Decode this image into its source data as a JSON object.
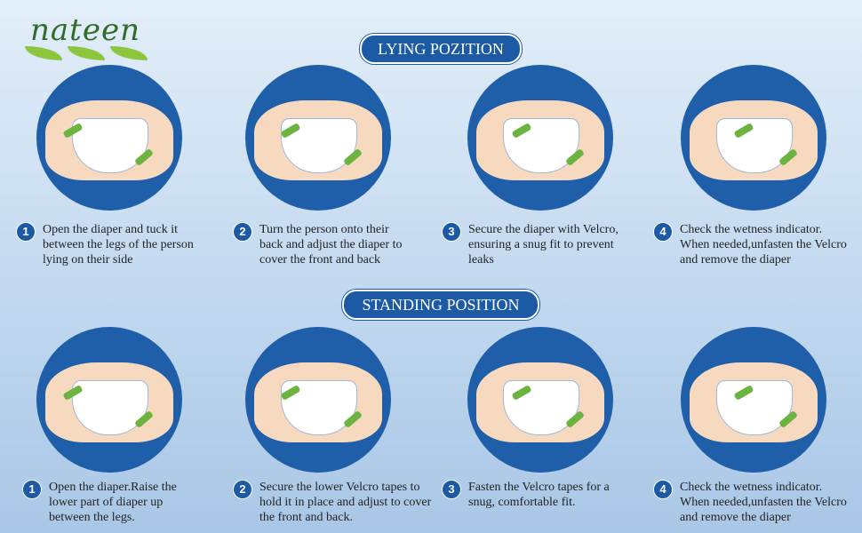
{
  "brand": "nateen",
  "lying": {
    "heading": "LYING POZITION",
    "steps": [
      {
        "num": "1",
        "text": "Open the diaper and tuck it between the legs of the person lying on their side"
      },
      {
        "num": "2",
        "text": "Turn the person onto their back and adjust the diaper to cover the front and back"
      },
      {
        "num": "3",
        "text": "Secure the diaper with Velcro, ensuring a snug fit to prevent leaks"
      },
      {
        "num": "4",
        "text": "Check the wetness indicator. When needed,unfasten the Velcro and remove the diaper"
      }
    ]
  },
  "standing": {
    "heading": "STANDING POSITION",
    "steps": [
      {
        "num": "1",
        "text": "Open the diaper.Raise the lower part of diaper up between the legs."
      },
      {
        "num": "2",
        "text": "Secure the lower Velcro tapes to hold it in place and adjust to cover the front and back."
      },
      {
        "num": "3",
        "text": "Fasten the Velcro tapes for a snug, comfortable fit."
      },
      {
        "num": "4",
        "text": "Check the wetness indicator. When needed,unfasten the Velcro and remove the diaper"
      }
    ]
  }
}
